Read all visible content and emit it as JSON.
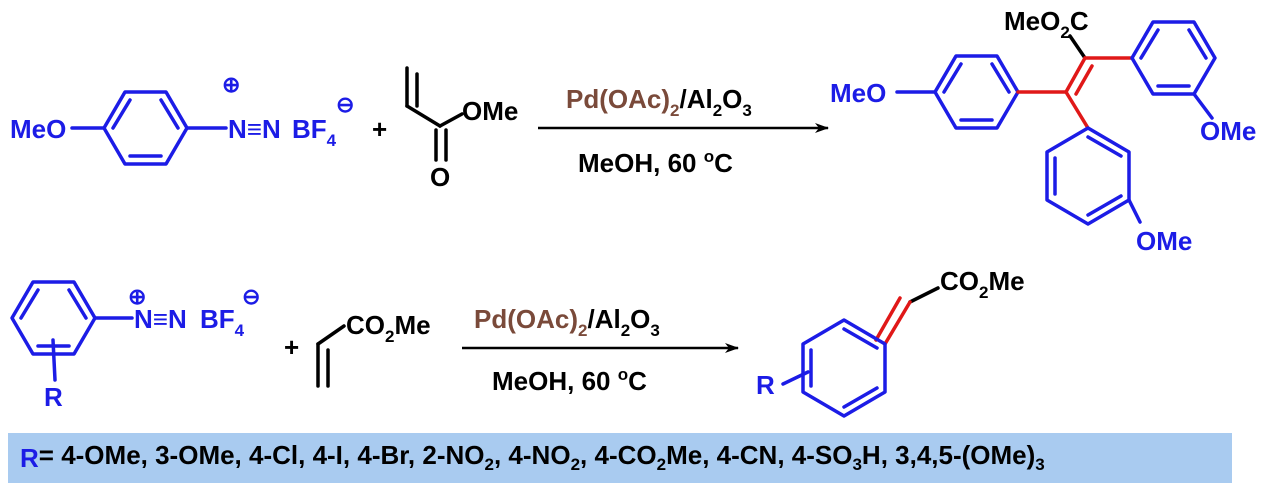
{
  "reaction1": {
    "reactant1": {
      "left": "MeO",
      "charge_pos": "⊕",
      "diazo": "N≡N",
      "bf": "BF",
      "bf_sub": "4",
      "charge_neg": "⊖"
    },
    "plus": "+",
    "reactant2": {
      "ome": "OMe",
      "o": "O"
    },
    "condition_top": {
      "catalyst": "Pd(OAc)",
      "cat_sub": "2",
      "support": "/Al",
      "al_sub": "2",
      "o": "O",
      "o_sub": "3"
    },
    "condition_bottom": {
      "text": "MeOH, 60 ",
      "deg": "o",
      "unit": "C"
    },
    "product": {
      "ester": "MeO",
      "ester_sub": "2",
      "ester_c": "C",
      "meo_left": "MeO",
      "ome_right": "OMe",
      "ome_bottom": "OMe"
    }
  },
  "reaction2": {
    "reactant1": {
      "charge_pos": "⊕",
      "diazo": "N≡N",
      "bf": "BF",
      "bf_sub": "4",
      "charge_neg": "⊖",
      "r": "R"
    },
    "plus": "+",
    "reactant2": {
      "co": "CO",
      "co_sub": "2",
      "me": "Me"
    },
    "condition_top": {
      "catalyst": "Pd(OAc)",
      "cat_sub": "2",
      "support": "/Al",
      "al_sub": "2",
      "o": "O",
      "o_sub": "3"
    },
    "condition_bottom": {
      "text": "MeOH, 60 ",
      "deg": "o",
      "unit": "C"
    },
    "product": {
      "co": "CO",
      "co_sub": "2",
      "me": "Me",
      "r": "R"
    }
  },
  "substituents": {
    "r_label": "R",
    "eq": " = 4-OMe, 3-OMe, 4-Cl, 4-I, 4-Br, 2-NO",
    "s1": "2",
    "t1": ", 4-NO",
    "s2": "2",
    "t2": ", 4-CO",
    "s3": "2",
    "t3": "Me, 4-CN, 4-SO",
    "s4": "3",
    "t4": "H, 3,4,5-(OMe)",
    "s5": "3"
  },
  "colors": {
    "blue": "#1c1ce6",
    "red": "#e01818",
    "catalyst": "#7a4a3a",
    "highlight": "#a9cbf0"
  }
}
